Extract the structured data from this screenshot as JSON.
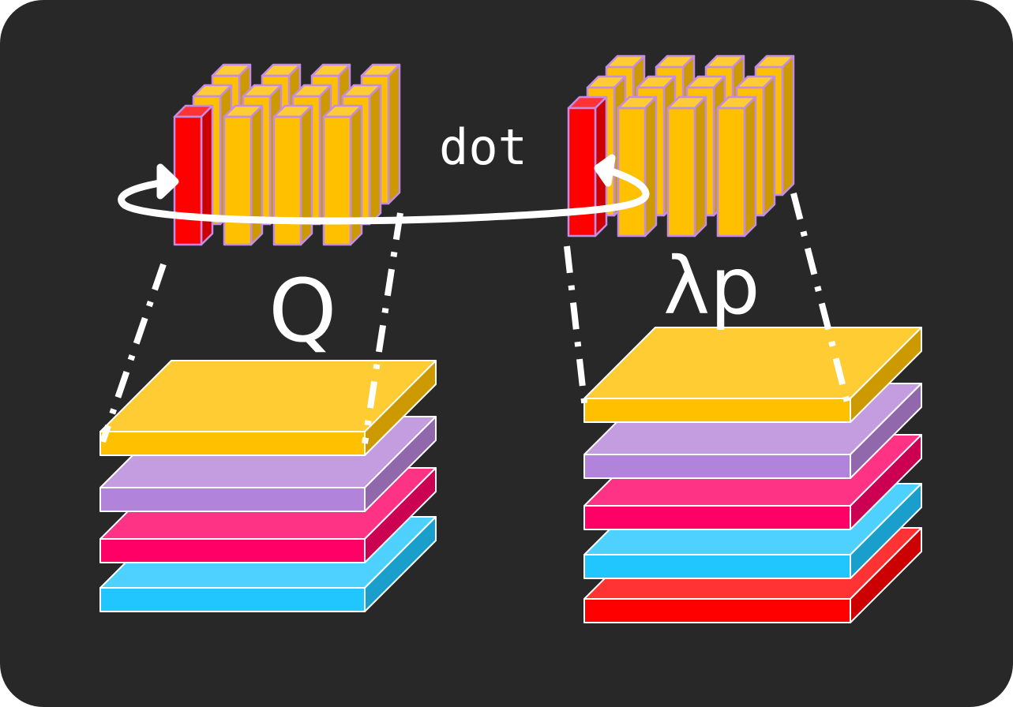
{
  "labels": {
    "dot": "dot",
    "q": "Q",
    "lambda_p": "λp"
  },
  "colors": {
    "background": "#282828",
    "white": "#ffffff",
    "bar_front": "#ffc000",
    "bar_top": "#ffcc33",
    "bar_side": "#cc9900",
    "bar_edge": "#c38ce6",
    "highlight_front": "#ff0000",
    "highlight_top": "#ff3333",
    "highlight_side": "#cc0000"
  },
  "left_stack": {
    "slabs": [
      {
        "name": "yellow",
        "front": "#ffc000",
        "top": "#ffcc33",
        "side": "#cc9900"
      },
      {
        "name": "purple",
        "front": "#b283db",
        "top": "#c39de0",
        "side": "#9068ab"
      },
      {
        "name": "pink",
        "front": "#ff0066",
        "top": "#ff3385",
        "side": "#cc0052"
      },
      {
        "name": "cyan",
        "front": "#22c6ff",
        "top": "#4fd1ff",
        "side": "#1a9ecc"
      }
    ]
  },
  "right_stack": {
    "slabs": [
      {
        "name": "yellow",
        "front": "#ffc000",
        "top": "#ffcc33",
        "side": "#cc9900"
      },
      {
        "name": "purple",
        "front": "#b283db",
        "top": "#c39de0",
        "side": "#9068ab"
      },
      {
        "name": "pink",
        "front": "#ff0066",
        "top": "#ff3385",
        "side": "#cc0052"
      },
      {
        "name": "cyan",
        "front": "#22c6ff",
        "top": "#4fd1ff",
        "side": "#1a9ecc"
      },
      {
        "name": "red",
        "front": "#ff0000",
        "top": "#ff3333",
        "side": "#cc0000"
      }
    ]
  },
  "left_bar_group": {
    "rows": 3,
    "cols": 4,
    "highlight": "front-left"
  },
  "right_bar_group": {
    "rows": 3,
    "cols": 4,
    "highlight": "front-left"
  }
}
